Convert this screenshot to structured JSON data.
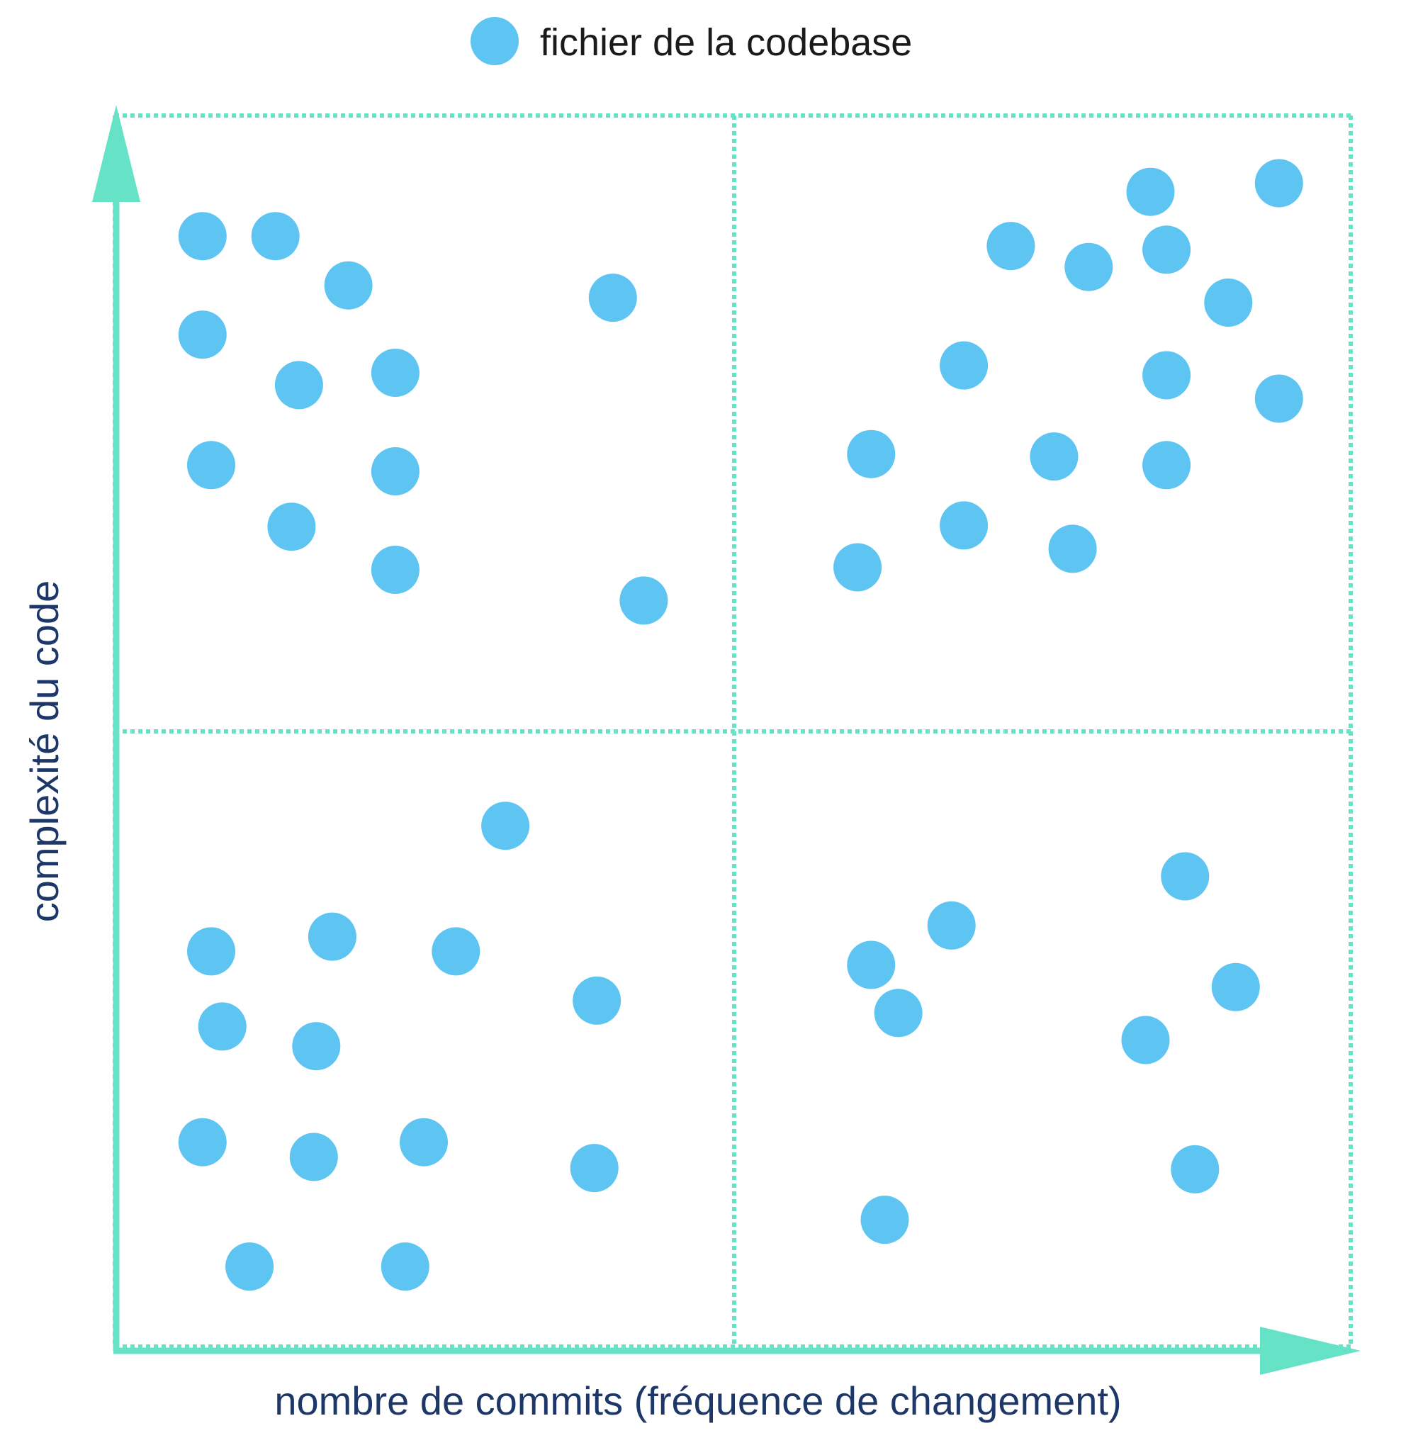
{
  "legend": {
    "label": "fichier de la codebase",
    "position": "top-center"
  },
  "colors": {
    "point": "#5ec4f1",
    "axis": "#66e2c6",
    "text": "#1a1a1a",
    "axis_text": "#1d3768"
  },
  "chart_data": {
    "type": "scatter",
    "title": "",
    "xlabel": "nombre de commits (fréquence de changement)",
    "ylabel": "complexité du code",
    "xlim": [
      0,
      100
    ],
    "ylim": [
      0,
      100
    ],
    "grid": "quadrants split at 50 (dotted)",
    "series": [
      {
        "name": "fichier de la codebase",
        "points": [
          [
            7.1,
            90.2
          ],
          [
            13.0,
            90.2
          ],
          [
            18.9,
            86.2
          ],
          [
            7.1,
            82.2
          ],
          [
            14.9,
            78.1
          ],
          [
            22.7,
            79.1
          ],
          [
            7.8,
            71.6
          ],
          [
            22.7,
            71.1
          ],
          [
            14.3,
            66.6
          ],
          [
            22.7,
            63.1
          ],
          [
            40.3,
            85.2
          ],
          [
            42.8,
            60.6
          ],
          [
            83.8,
            93.8
          ],
          [
            94.2,
            94.5
          ],
          [
            72.5,
            89.4
          ],
          [
            78.8,
            87.7
          ],
          [
            85.1,
            89.1
          ],
          [
            90.1,
            84.8
          ],
          [
            68.7,
            79.7
          ],
          [
            85.1,
            78.9
          ],
          [
            94.2,
            77.0
          ],
          [
            61.2,
            72.5
          ],
          [
            76.0,
            72.3
          ],
          [
            85.1,
            71.6
          ],
          [
            68.7,
            66.7
          ],
          [
            77.5,
            64.8
          ],
          [
            60.1,
            63.3
          ],
          [
            31.6,
            42.3
          ],
          [
            7.8,
            32.1
          ],
          [
            17.6,
            33.3
          ],
          [
            27.6,
            32.1
          ],
          [
            39.0,
            28.1
          ],
          [
            8.7,
            26.0
          ],
          [
            16.3,
            24.4
          ],
          [
            7.1,
            16.6
          ],
          [
            16.1,
            15.4
          ],
          [
            25.0,
            16.6
          ],
          [
            38.8,
            14.5
          ],
          [
            10.9,
            6.5
          ],
          [
            23.5,
            6.5
          ],
          [
            86.6,
            38.2
          ],
          [
            67.7,
            34.2
          ],
          [
            61.2,
            31.0
          ],
          [
            63.4,
            27.1
          ],
          [
            90.7,
            29.2
          ],
          [
            83.4,
            24.9
          ],
          [
            87.4,
            14.4
          ],
          [
            62.3,
            10.3
          ]
        ]
      }
    ]
  }
}
